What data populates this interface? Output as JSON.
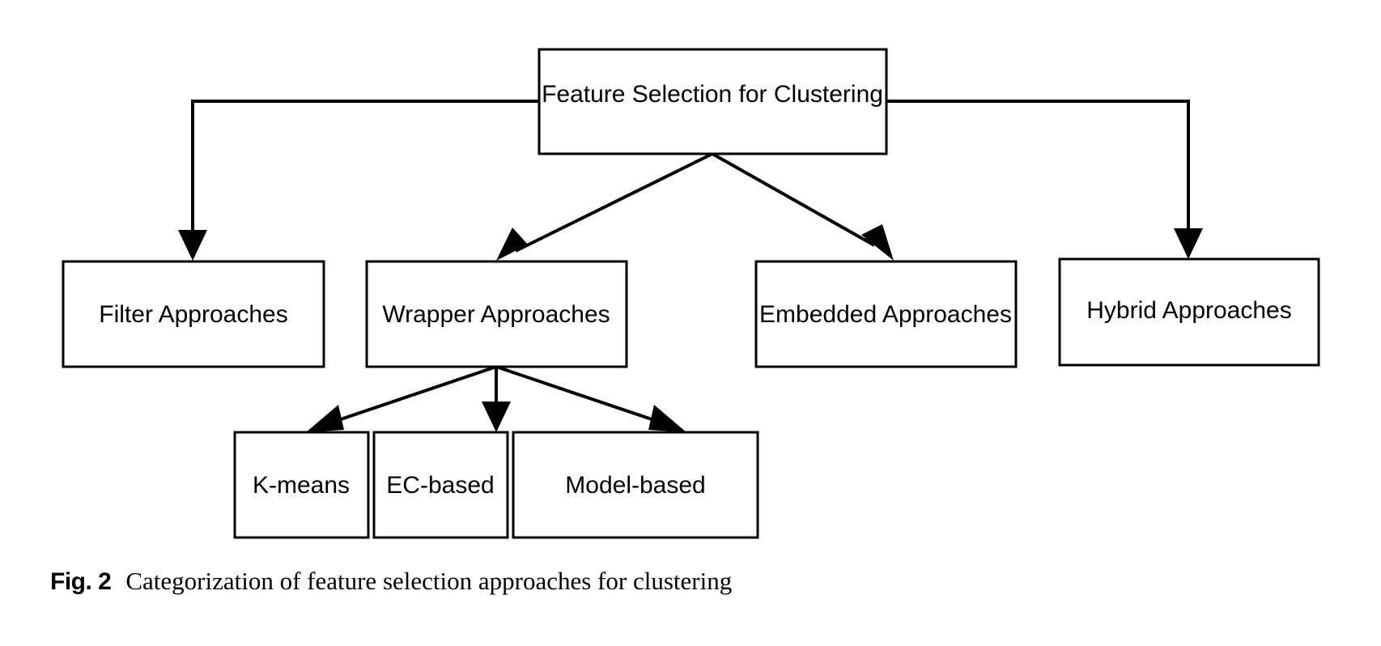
{
  "figure": {
    "caption_label": "Fig. 2",
    "caption_text": "Categorization of feature selection approaches for clustering"
  },
  "diagram": {
    "type": "tree",
    "orientation": "top-down",
    "root": {
      "id": "feature-selection-for-clustering",
      "label": "Feature Selection for Clustering"
    },
    "level1": [
      {
        "id": "filter-approaches",
        "label": "Filter Approaches"
      },
      {
        "id": "wrapper-approaches",
        "label": "Wrapper Approaches"
      },
      {
        "id": "embedded-approaches",
        "label": "Embedded Approaches"
      },
      {
        "id": "hybrid-approaches",
        "label": "Hybrid Approaches"
      }
    ],
    "level2": [
      {
        "id": "k-means",
        "label": "K-means",
        "parent": "wrapper-approaches"
      },
      {
        "id": "ec-based",
        "label": "EC-based",
        "parent": "wrapper-approaches"
      },
      {
        "id": "model-based",
        "label": "Model-based",
        "parent": "wrapper-approaches"
      }
    ],
    "edges": [
      {
        "from": "feature-selection-for-clustering",
        "to": "filter-approaches",
        "style": "elbow"
      },
      {
        "from": "feature-selection-for-clustering",
        "to": "wrapper-approaches",
        "style": "diagonal"
      },
      {
        "from": "feature-selection-for-clustering",
        "to": "embedded-approaches",
        "style": "diagonal"
      },
      {
        "from": "feature-selection-for-clustering",
        "to": "hybrid-approaches",
        "style": "elbow"
      },
      {
        "from": "wrapper-approaches",
        "to": "k-means",
        "style": "diagonal"
      },
      {
        "from": "wrapper-approaches",
        "to": "ec-based",
        "style": "straight"
      },
      {
        "from": "wrapper-approaches",
        "to": "model-based",
        "style": "diagonal"
      }
    ],
    "colors": {
      "stroke": "#000000",
      "fill": "#ffffff",
      "text": "#000000",
      "background": "#ffffff"
    }
  }
}
